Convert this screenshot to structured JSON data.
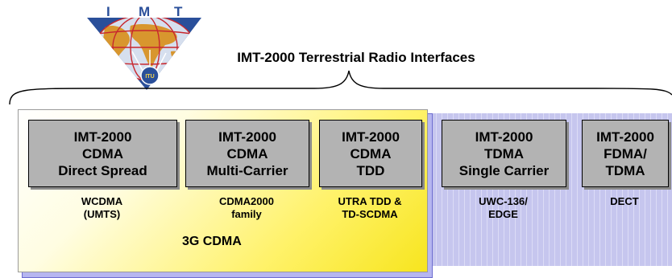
{
  "logo": {
    "letters": [
      "I",
      "M",
      "T"
    ],
    "emblem_text": "ITU"
  },
  "title": "IMT-2000 Terrestrial Radio Interfaces",
  "group_label": "3G CDMA",
  "colors": {
    "panel_yellow": "#fff26a",
    "box_gray": "#b3b3b3",
    "shadow_blue": "#b6b6f0",
    "logo_blue": "#2a4f9a",
    "logo_red": "#c8272e"
  },
  "interfaces": [
    {
      "lines": [
        "IMT-2000",
        "CDMA",
        "Direct Spread"
      ],
      "family": [
        "WCDMA",
        "(UMTS)"
      ]
    },
    {
      "lines": [
        "IMT-2000",
        "CDMA",
        "Multi-Carrier"
      ],
      "family": [
        "CDMA2000",
        "family"
      ]
    },
    {
      "lines": [
        "IMT-2000",
        "CDMA",
        "TDD"
      ],
      "family": [
        "UTRA TDD &",
        "TD-SCDMA"
      ]
    },
    {
      "lines": [
        "IMT-2000",
        "TDMA",
        "Single Carrier"
      ],
      "family": [
        "UWC-136/",
        "EDGE"
      ]
    },
    {
      "lines": [
        "IMT-2000",
        "FDMA/",
        "TDMA"
      ],
      "family": [
        "DECT"
      ]
    }
  ]
}
